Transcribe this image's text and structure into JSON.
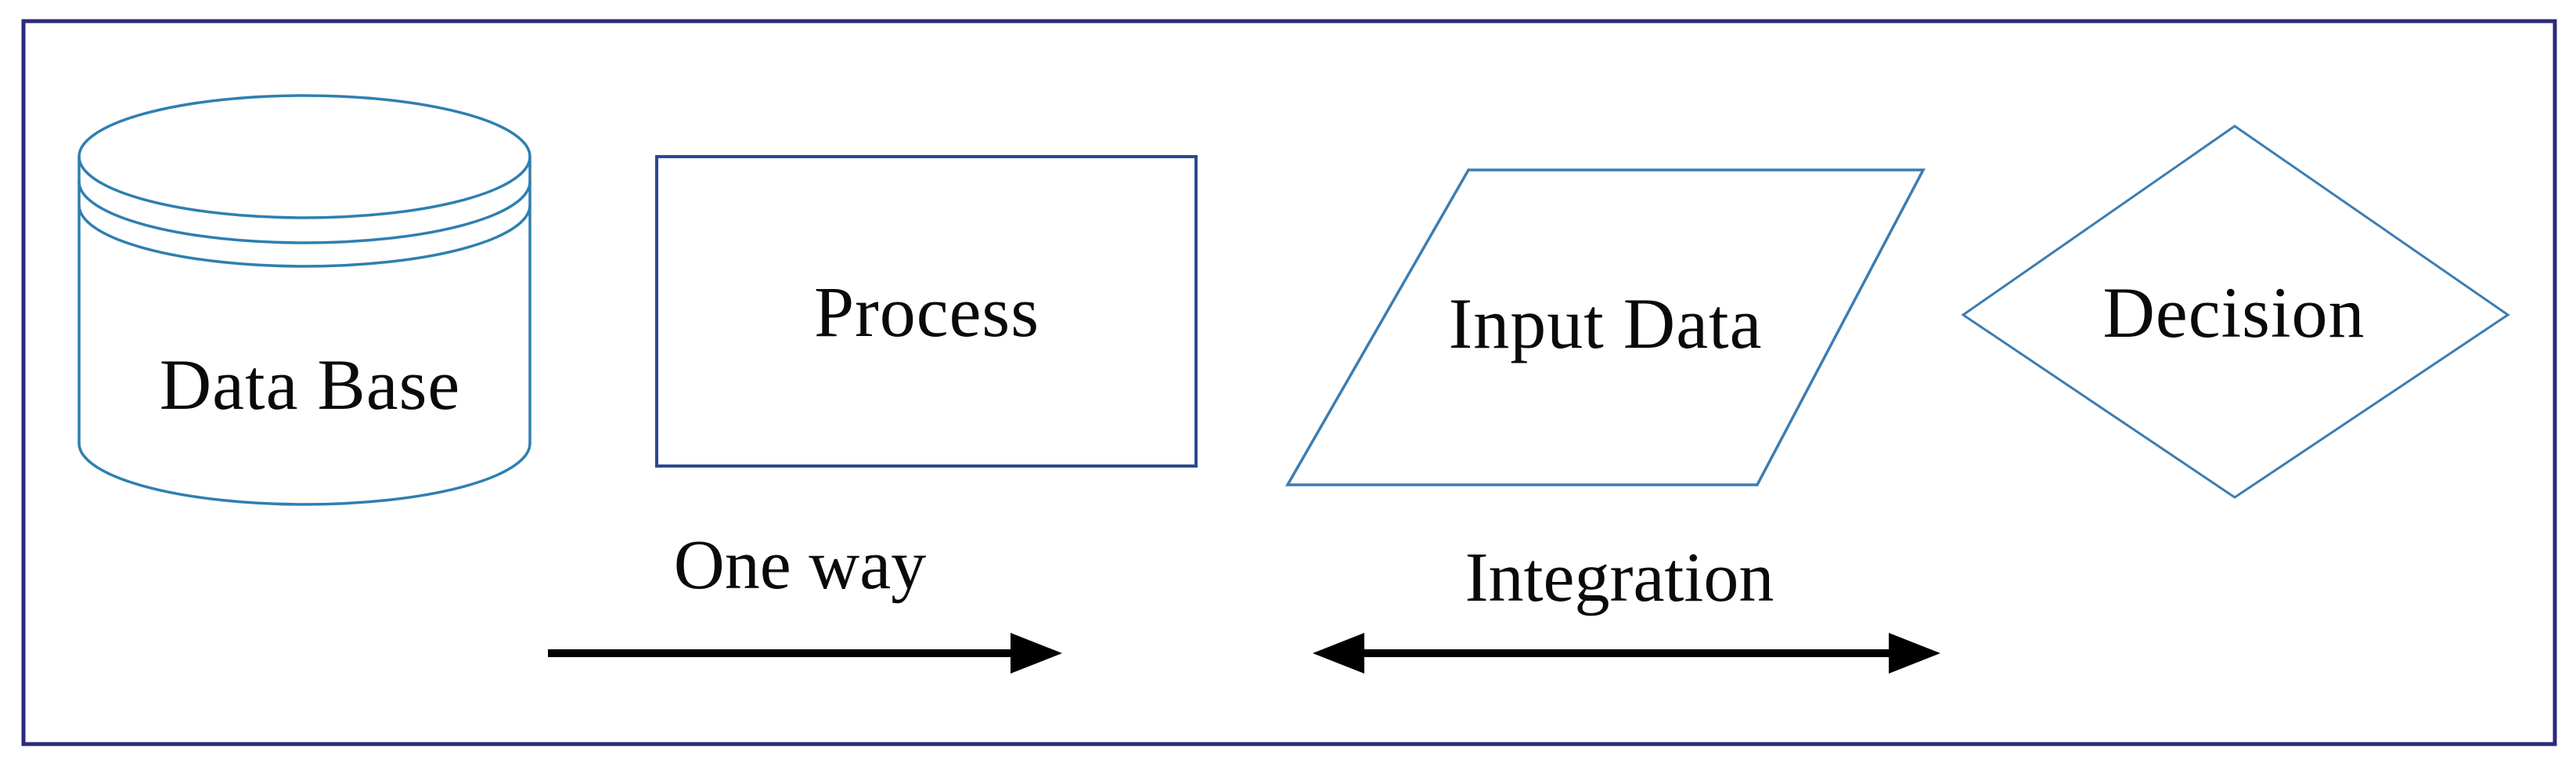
{
  "diagram": {
    "shapes": {
      "database": {
        "type": "cylinder",
        "label": "Data Base"
      },
      "process": {
        "type": "rectangle",
        "label": "Process"
      },
      "input_data": {
        "type": "parallelogram",
        "label": "Input Data"
      },
      "decision": {
        "type": "diamond",
        "label": "Decision"
      }
    },
    "connectors": {
      "one_way": {
        "label": "One way",
        "style": "single-headed-arrow",
        "direction": "right"
      },
      "integration": {
        "label": "Integration",
        "style": "double-headed-arrow",
        "direction": "both"
      }
    }
  },
  "colors": {
    "background": "#ffffff",
    "frame_border": "#2b2b7d",
    "cylinder_outline": "#2e7fb0",
    "rectangle_outline": "#2a4a90",
    "parallelogram_outline": "#3c7db2",
    "diamond_outline": "#3c7db2",
    "arrow": "#000000",
    "label_text": "#0a0a0a"
  }
}
